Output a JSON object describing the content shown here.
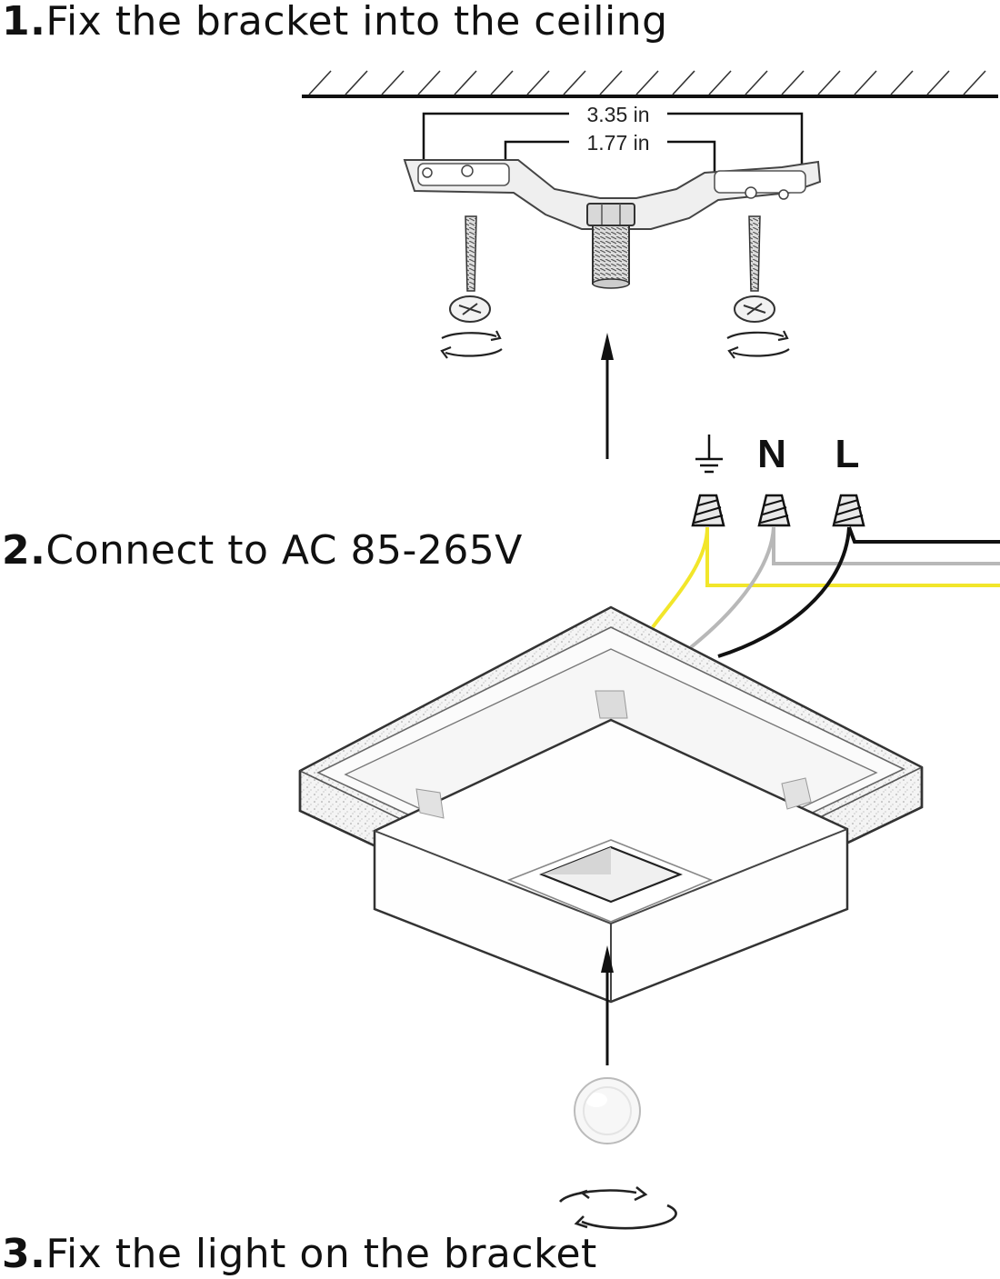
{
  "steps": [
    {
      "number": "1.",
      "text": "Fix the bracket into the ceiling"
    },
    {
      "number": "2.",
      "text": "Connect to AC 85-265V"
    },
    {
      "number": "3.",
      "text": "Fix the light on the bracket"
    }
  ],
  "dimensions": {
    "outer": "3.35 in",
    "inner": "1.77 in"
  },
  "terminals": [
    {
      "label": "ground-symbol",
      "wire_color": "#f2e62a"
    },
    {
      "label": "N",
      "wire_color": "#b8b8b8"
    },
    {
      "label": "L",
      "wire_color": "#111111"
    }
  ],
  "icons": [
    "ceiling-hatch-icon",
    "mounting-bracket-icon",
    "screw-icon",
    "rotate-arrow-icon",
    "up-arrow-icon",
    "wire-connector-icon",
    "ground-symbol-icon",
    "ceiling-light-fixture-icon",
    "bulb-icon"
  ]
}
